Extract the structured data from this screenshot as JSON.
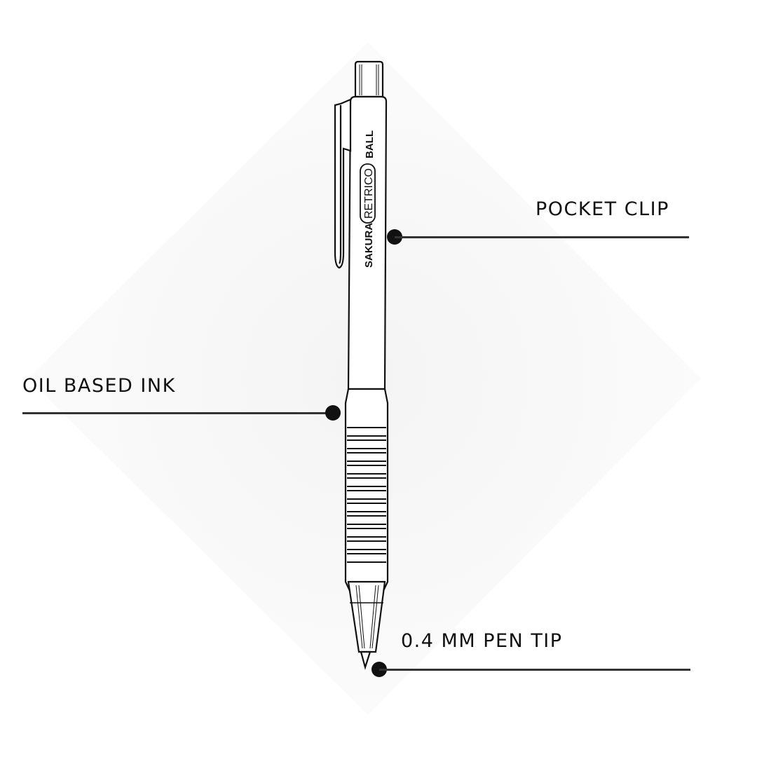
{
  "product": {
    "brand_text": "SAKURA",
    "model_text": "RETRICO",
    "type_text": "BALL"
  },
  "callouts": [
    {
      "id": "pocket-clip",
      "label": "POCKET CLIP"
    },
    {
      "id": "oil-based-ink",
      "label": "OIL BASED INK"
    },
    {
      "id": "pen-tip",
      "label": "0.4 MM PEN TIP"
    }
  ],
  "colors": {
    "background": "#ffffff",
    "diamond": "#f6f6f6",
    "ink": "#111111"
  }
}
